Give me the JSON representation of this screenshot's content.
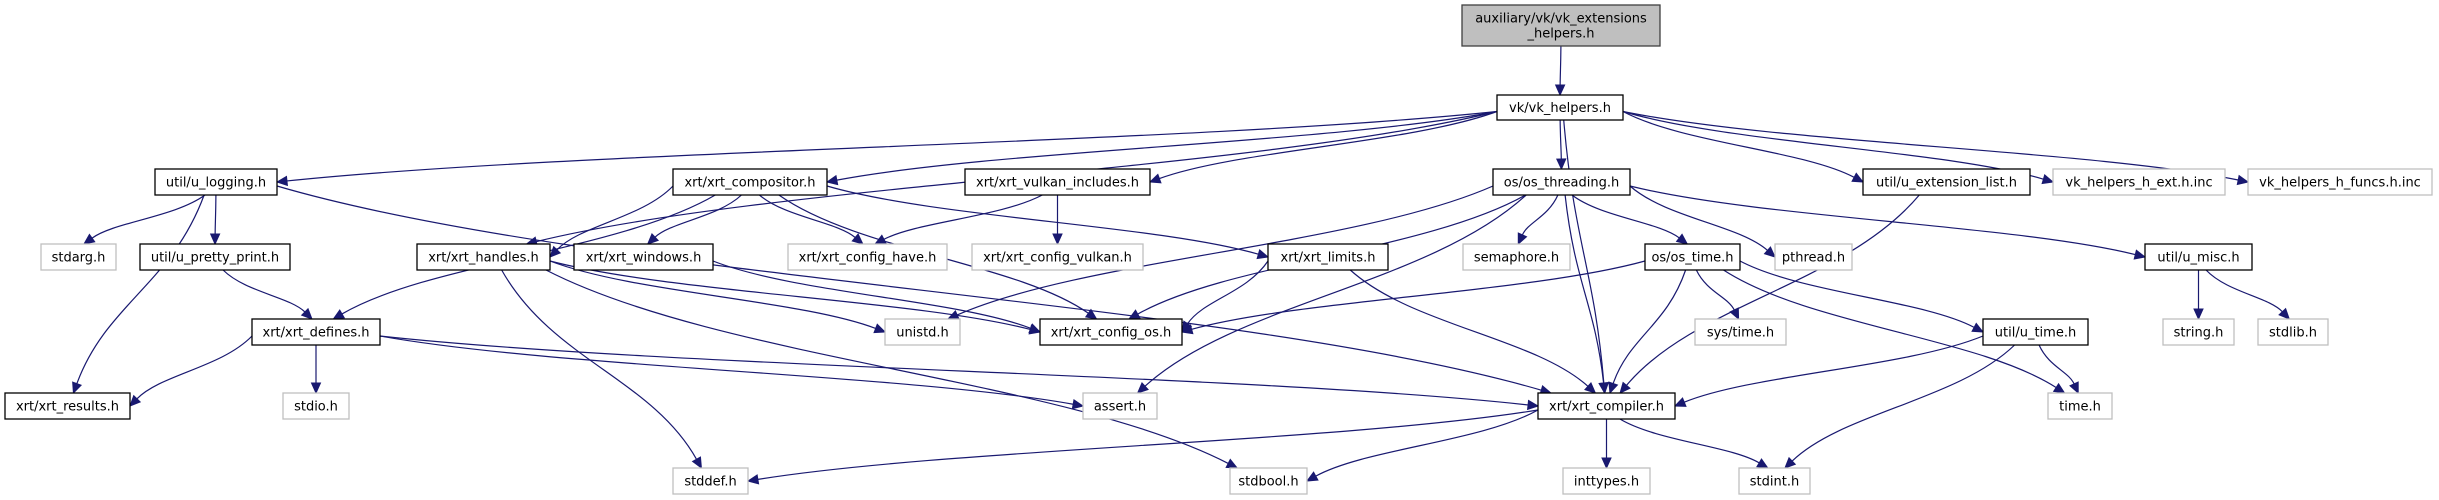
{
  "graph": {
    "title": "auxiliary/vk/vk_extensions_helpers.h include dependency graph",
    "colors": {
      "edge": "#191970",
      "root_fill": "#bfbfbf",
      "root_border": "#404040",
      "documented_border": "#000000",
      "external_border": "#bfbfbf",
      "node_fill": "#ffffff"
    },
    "nodes": [
      {
        "id": "root",
        "lines": [
          "auxiliary/vk/vk_extensions",
          "_helpers.h"
        ],
        "kind": "root"
      },
      {
        "id": "vk_helpers",
        "lines": [
          "vk/vk_helpers.h"
        ],
        "kind": "documented"
      },
      {
        "id": "u_logging",
        "lines": [
          "util/u_logging.h"
        ],
        "kind": "documented"
      },
      {
        "id": "xrt_compositor",
        "lines": [
          "xrt/xrt_compositor.h"
        ],
        "kind": "documented"
      },
      {
        "id": "xrt_vulkan_includes",
        "lines": [
          "xrt/xrt_vulkan_includes.h"
        ],
        "kind": "documented"
      },
      {
        "id": "os_threading",
        "lines": [
          "os/os_threading.h"
        ],
        "kind": "documented"
      },
      {
        "id": "u_extension_list",
        "lines": [
          "util/u_extension_list.h"
        ],
        "kind": "documented"
      },
      {
        "id": "ext_inc",
        "lines": [
          "vk_helpers_h_ext.h.inc"
        ],
        "kind": "external"
      },
      {
        "id": "funcs_inc",
        "lines": [
          "vk_helpers_h_funcs.h.inc"
        ],
        "kind": "external"
      },
      {
        "id": "stdarg",
        "lines": [
          "stdarg.h"
        ],
        "kind": "external"
      },
      {
        "id": "u_pretty_print",
        "lines": [
          "util/u_pretty_print.h"
        ],
        "kind": "documented"
      },
      {
        "id": "xrt_handles",
        "lines": [
          "xrt/xrt_handles.h"
        ],
        "kind": "documented"
      },
      {
        "id": "xrt_windows",
        "lines": [
          "xrt/xrt_windows.h"
        ],
        "kind": "documented"
      },
      {
        "id": "config_have",
        "lines": [
          "xrt/xrt_config_have.h"
        ],
        "kind": "external"
      },
      {
        "id": "config_vulkan",
        "lines": [
          "xrt/xrt_config_vulkan.h"
        ],
        "kind": "external"
      },
      {
        "id": "xrt_limits",
        "lines": [
          "xrt/xrt_limits.h"
        ],
        "kind": "documented"
      },
      {
        "id": "semaphore",
        "lines": [
          "semaphore.h"
        ],
        "kind": "external"
      },
      {
        "id": "os_time",
        "lines": [
          "os/os_time.h"
        ],
        "kind": "documented"
      },
      {
        "id": "pthread",
        "lines": [
          "pthread.h"
        ],
        "kind": "external"
      },
      {
        "id": "u_misc",
        "lines": [
          "util/u_misc.h"
        ],
        "kind": "documented"
      },
      {
        "id": "xrt_defines",
        "lines": [
          "xrt/xrt_defines.h"
        ],
        "kind": "documented"
      },
      {
        "id": "unistd",
        "lines": [
          "unistd.h"
        ],
        "kind": "external"
      },
      {
        "id": "config_os",
        "lines": [
          "xrt/xrt_config_os.h"
        ],
        "kind": "documented"
      },
      {
        "id": "sys_time",
        "lines": [
          "sys/time.h"
        ],
        "kind": "external"
      },
      {
        "id": "u_time",
        "lines": [
          "util/u_time.h"
        ],
        "kind": "documented"
      },
      {
        "id": "string",
        "lines": [
          "string.h"
        ],
        "kind": "external"
      },
      {
        "id": "stdlib",
        "lines": [
          "stdlib.h"
        ],
        "kind": "external"
      },
      {
        "id": "xrt_results",
        "lines": [
          "xrt/xrt_results.h"
        ],
        "kind": "documented"
      },
      {
        "id": "stdio",
        "lines": [
          "stdio.h"
        ],
        "kind": "external"
      },
      {
        "id": "assert",
        "lines": [
          "assert.h"
        ],
        "kind": "external"
      },
      {
        "id": "xrt_compiler",
        "lines": [
          "xrt/xrt_compiler.h"
        ],
        "kind": "documented"
      },
      {
        "id": "time",
        "lines": [
          "time.h"
        ],
        "kind": "external"
      },
      {
        "id": "stddef",
        "lines": [
          "stddef.h"
        ],
        "kind": "external"
      },
      {
        "id": "stdbool",
        "lines": [
          "stdbool.h"
        ],
        "kind": "external"
      },
      {
        "id": "inttypes",
        "lines": [
          "inttypes.h"
        ],
        "kind": "external"
      },
      {
        "id": "stdint",
        "lines": [
          "stdint.h"
        ],
        "kind": "external"
      }
    ],
    "edges": [
      [
        "root",
        "vk_helpers"
      ],
      [
        "vk_helpers",
        "u_logging"
      ],
      [
        "vk_helpers",
        "xrt_compositor"
      ],
      [
        "vk_helpers",
        "xrt_vulkan_includes"
      ],
      [
        "vk_helpers",
        "os_threading"
      ],
      [
        "vk_helpers",
        "u_extension_list"
      ],
      [
        "vk_helpers",
        "ext_inc"
      ],
      [
        "vk_helpers",
        "funcs_inc"
      ],
      [
        "vk_helpers",
        "xrt_handles"
      ],
      [
        "vk_helpers",
        "xrt_compiler"
      ],
      [
        "u_logging",
        "stdarg"
      ],
      [
        "u_logging",
        "u_pretty_print"
      ],
      [
        "u_logging",
        "xrt_results"
      ],
      [
        "u_logging",
        "xrt_compiler"
      ],
      [
        "u_pretty_print",
        "xrt_defines"
      ],
      [
        "xrt_compositor",
        "xrt_handles"
      ],
      [
        "xrt_compositor",
        "xrt_windows"
      ],
      [
        "xrt_compositor",
        "config_have"
      ],
      [
        "xrt_compositor",
        "xrt_limits"
      ],
      [
        "xrt_compositor",
        "xrt_defines"
      ],
      [
        "xrt_compositor",
        "config_os"
      ],
      [
        "xrt_vulkan_includes",
        "config_have"
      ],
      [
        "xrt_vulkan_includes",
        "config_vulkan"
      ],
      [
        "os_threading",
        "semaphore"
      ],
      [
        "os_threading",
        "os_time"
      ],
      [
        "os_threading",
        "pthread"
      ],
      [
        "os_threading",
        "u_misc"
      ],
      [
        "os_threading",
        "unistd"
      ],
      [
        "os_threading",
        "config_os"
      ],
      [
        "os_threading",
        "assert"
      ],
      [
        "os_threading",
        "xrt_compiler"
      ],
      [
        "xrt_handles",
        "unistd"
      ],
      [
        "xrt_handles",
        "config_os"
      ],
      [
        "xrt_handles",
        "stddef"
      ],
      [
        "xrt_handles",
        "stdbool"
      ],
      [
        "xrt_windows",
        "config_os"
      ],
      [
        "xrt_limits",
        "config_os"
      ],
      [
        "xrt_limits",
        "xrt_compiler"
      ],
      [
        "os_time",
        "config_os"
      ],
      [
        "os_time",
        "sys_time"
      ],
      [
        "os_time",
        "u_time"
      ],
      [
        "os_time",
        "time"
      ],
      [
        "os_time",
        "xrt_compiler"
      ],
      [
        "u_misc",
        "string"
      ],
      [
        "u_misc",
        "stdlib"
      ],
      [
        "xrt_defines",
        "xrt_results"
      ],
      [
        "xrt_defines",
        "stdio"
      ],
      [
        "xrt_defines",
        "assert"
      ],
      [
        "xrt_defines",
        "xrt_compiler"
      ],
      [
        "u_time",
        "xrt_compiler"
      ],
      [
        "u_time",
        "time"
      ],
      [
        "u_time",
        "stdint"
      ],
      [
        "xrt_compiler",
        "stddef"
      ],
      [
        "xrt_compiler",
        "stdbool"
      ],
      [
        "xrt_compiler",
        "inttypes"
      ],
      [
        "xrt_compiler",
        "stdint"
      ],
      [
        "u_extension_list",
        "xrt_compiler"
      ]
    ]
  }
}
